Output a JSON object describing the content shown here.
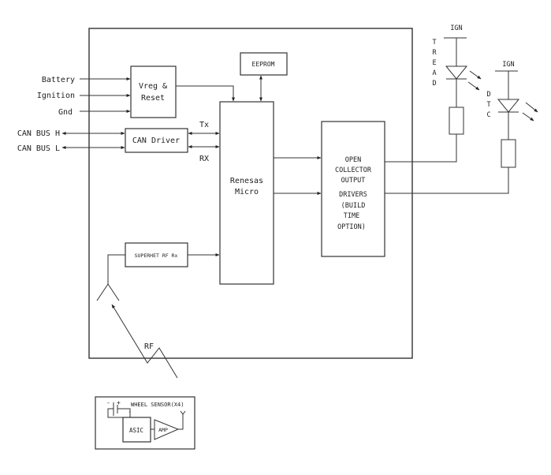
{
  "diagram": {
    "inputs": {
      "battery": "Battery",
      "ignition": "Ignition",
      "gnd": "Gnd",
      "can_h": "CAN BUS H",
      "can_l": "CAN BUS L"
    },
    "blocks": {
      "vreg": [
        "Vreg &",
        "Reset"
      ],
      "eeprom": "EEPROM",
      "can_driver": "CAN Driver",
      "micro": [
        "Renesas",
        "Micro"
      ],
      "superhet": "SUPERHET RF Rx",
      "open_collector": [
        "OPEN",
        "COLLECTOR",
        "OUTPUT",
        "DRIVERS",
        "(BUILD",
        "TIME",
        "OPTION)"
      ]
    },
    "signals": {
      "tx": "Tx",
      "rx": "RX",
      "rf": "RF"
    },
    "outputs": {
      "tread_ign": "IGN",
      "tread_label": [
        "T",
        "R",
        "E",
        "A",
        "D"
      ],
      "dtc_ign": "IGN",
      "dtc_label": [
        "D",
        "T",
        "C"
      ]
    },
    "wheel_sensor": {
      "title": "WHEEL SENSOR(X4)",
      "asic": "ASIC",
      "amp": "AMP",
      "minus": "-",
      "plus": "+"
    }
  }
}
